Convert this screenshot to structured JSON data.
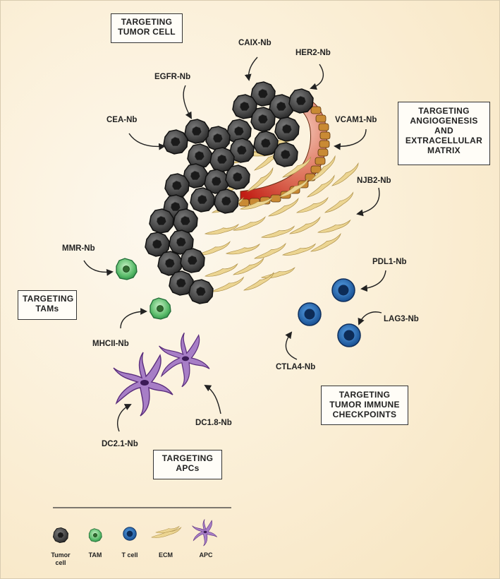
{
  "boxes": {
    "tumor_cell": "TARGETING\nTUMOR CELL",
    "angiogenesis": "TARGETING\nANGIOGENESIS\nAND\nEXTRACELLULAR\nMATRIX",
    "tams": "TARGETING\nTAMs",
    "immune_checkpoints": "TARGETING\nTUMOR IMMUNE\nCHECKPOINTS",
    "apcs": "TARGETING\nAPCs"
  },
  "nanobodies": {
    "caix": "CAIX-Nb",
    "her2": "HER2-Nb",
    "egfr": "EGFR-Nb",
    "cea": "CEA-Nb",
    "vcam1": "VCAM1-Nb",
    "njb2": "NJB2-Nb",
    "mmr": "MMR-Nb",
    "mhcii": "MHCII-Nb",
    "pdl1": "PDL1-Nb",
    "lag3": "LAG3-Nb",
    "ctla4": "CTLA4-Nb",
    "dc18": "DC1.8-Nb",
    "dc21": "DC2.1-Nb"
  },
  "legend": {
    "tumor": "Tumor\ncell",
    "tam": "TAM",
    "tcell": "T cell",
    "ecm": "ECM",
    "apc": "APC"
  },
  "colors": {
    "tumor": "#3a3a3a",
    "tam": "#4fb86a",
    "tcell": "#1d5fa8",
    "ecm": "#e8cf8c",
    "apc": "#7b4ca0",
    "vessel": "#c8281e"
  }
}
